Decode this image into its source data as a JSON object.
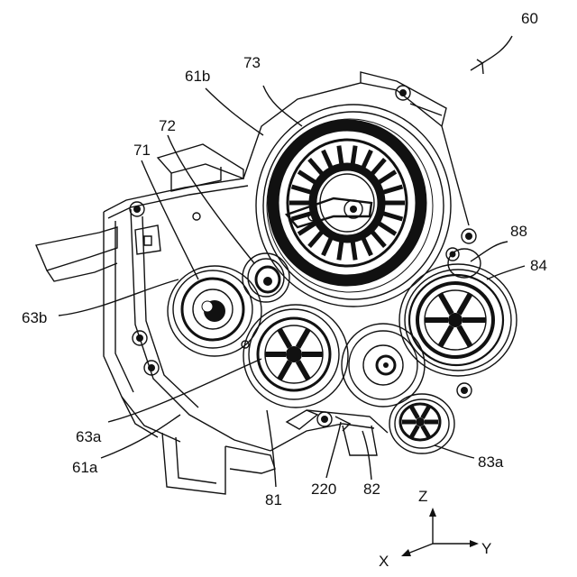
{
  "figure": {
    "ref": "60",
    "labels": {
      "l73": "73",
      "l61b": "61b",
      "l72": "72",
      "l71": "71",
      "l88": "88",
      "l84": "84",
      "l63b": "63b",
      "l63a": "63a",
      "l61a": "61a",
      "l81": "81",
      "l220": "220",
      "l82": "82",
      "l83a": "83a"
    },
    "axes": {
      "z": "Z",
      "x": "X",
      "y": "Y"
    }
  }
}
